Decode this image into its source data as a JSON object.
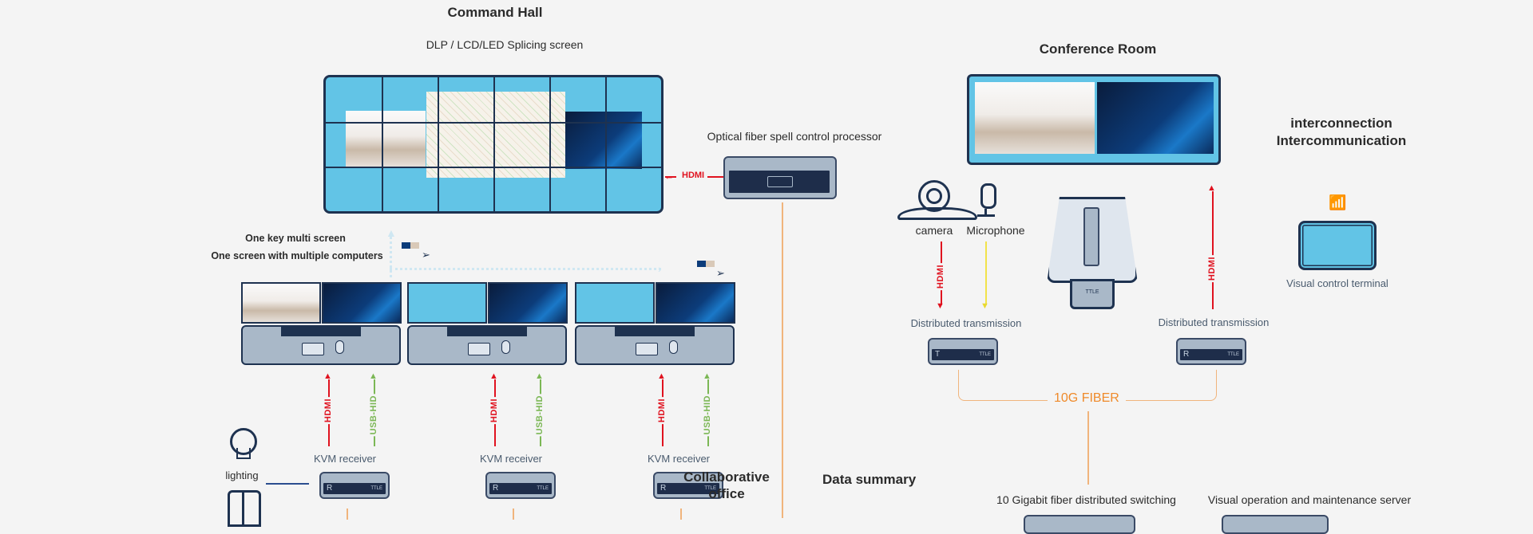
{
  "command_hall": {
    "title": "Command Hall",
    "subtitle": "DLP /  LCD/LED Splicing screen",
    "wall_cols": 6,
    "wall_rows": 3
  },
  "processor": {
    "label": "Optical fiber spell control processor",
    "link_label": "HDMI"
  },
  "multiscreen": {
    "line1": "One key multi screen",
    "line2": "One screen with multiple computers"
  },
  "workstations": [
    {
      "left_screen": "video",
      "right_screen": "desktop",
      "hdmi": "HDMI",
      "usb": "USB-HID",
      "receiver": "KVM receiver",
      "device_letter": "R",
      "brand": "TTLE"
    },
    {
      "left_screen": "blank",
      "right_screen": "desktop",
      "hdmi": "HDMI",
      "usb": "USB-HID",
      "receiver": "KVM receiver",
      "device_letter": "R",
      "brand": "TTLE"
    },
    {
      "left_screen": "blank",
      "right_screen": "desktop",
      "hdmi": "HDMI",
      "usb": "USB-HID",
      "receiver": "KVM receiver",
      "device_letter": "R",
      "brand": "TTLE"
    }
  ],
  "peripherals": {
    "lighting": "lighting"
  },
  "collaborative": {
    "line1": "Collaborative",
    "line2": "office"
  },
  "data_summary": {
    "title": "Data summary"
  },
  "conference": {
    "title": "Conference Room",
    "camera": "camera",
    "microphone": "Microphone",
    "camera_link": "HDMI",
    "out_link": "HDMI",
    "tx_label": "Distributed transmission",
    "rx_label": "Distributed transmission",
    "tx_letter": "T",
    "rx_letter": "R",
    "brand": "TTLE",
    "fiber": "10G FIBER",
    "mic_hub_brand": "TTLE"
  },
  "interconnect": {
    "line1": "interconnection",
    "line2": "Intercommunication",
    "terminal": "Visual control terminal"
  },
  "bottom": {
    "switching": "10 Gigabit fiber distributed switching",
    "server": "Visual operation and maintenance server"
  },
  "colors": {
    "hdmi": "#e0121f",
    "usb": "#7bb755",
    "fiber": "#f0b47c",
    "fiber_text": "#ef8a2a",
    "screen": "#62c4e6",
    "navy": "#1e3250",
    "mic_line": "#f2e34a"
  }
}
